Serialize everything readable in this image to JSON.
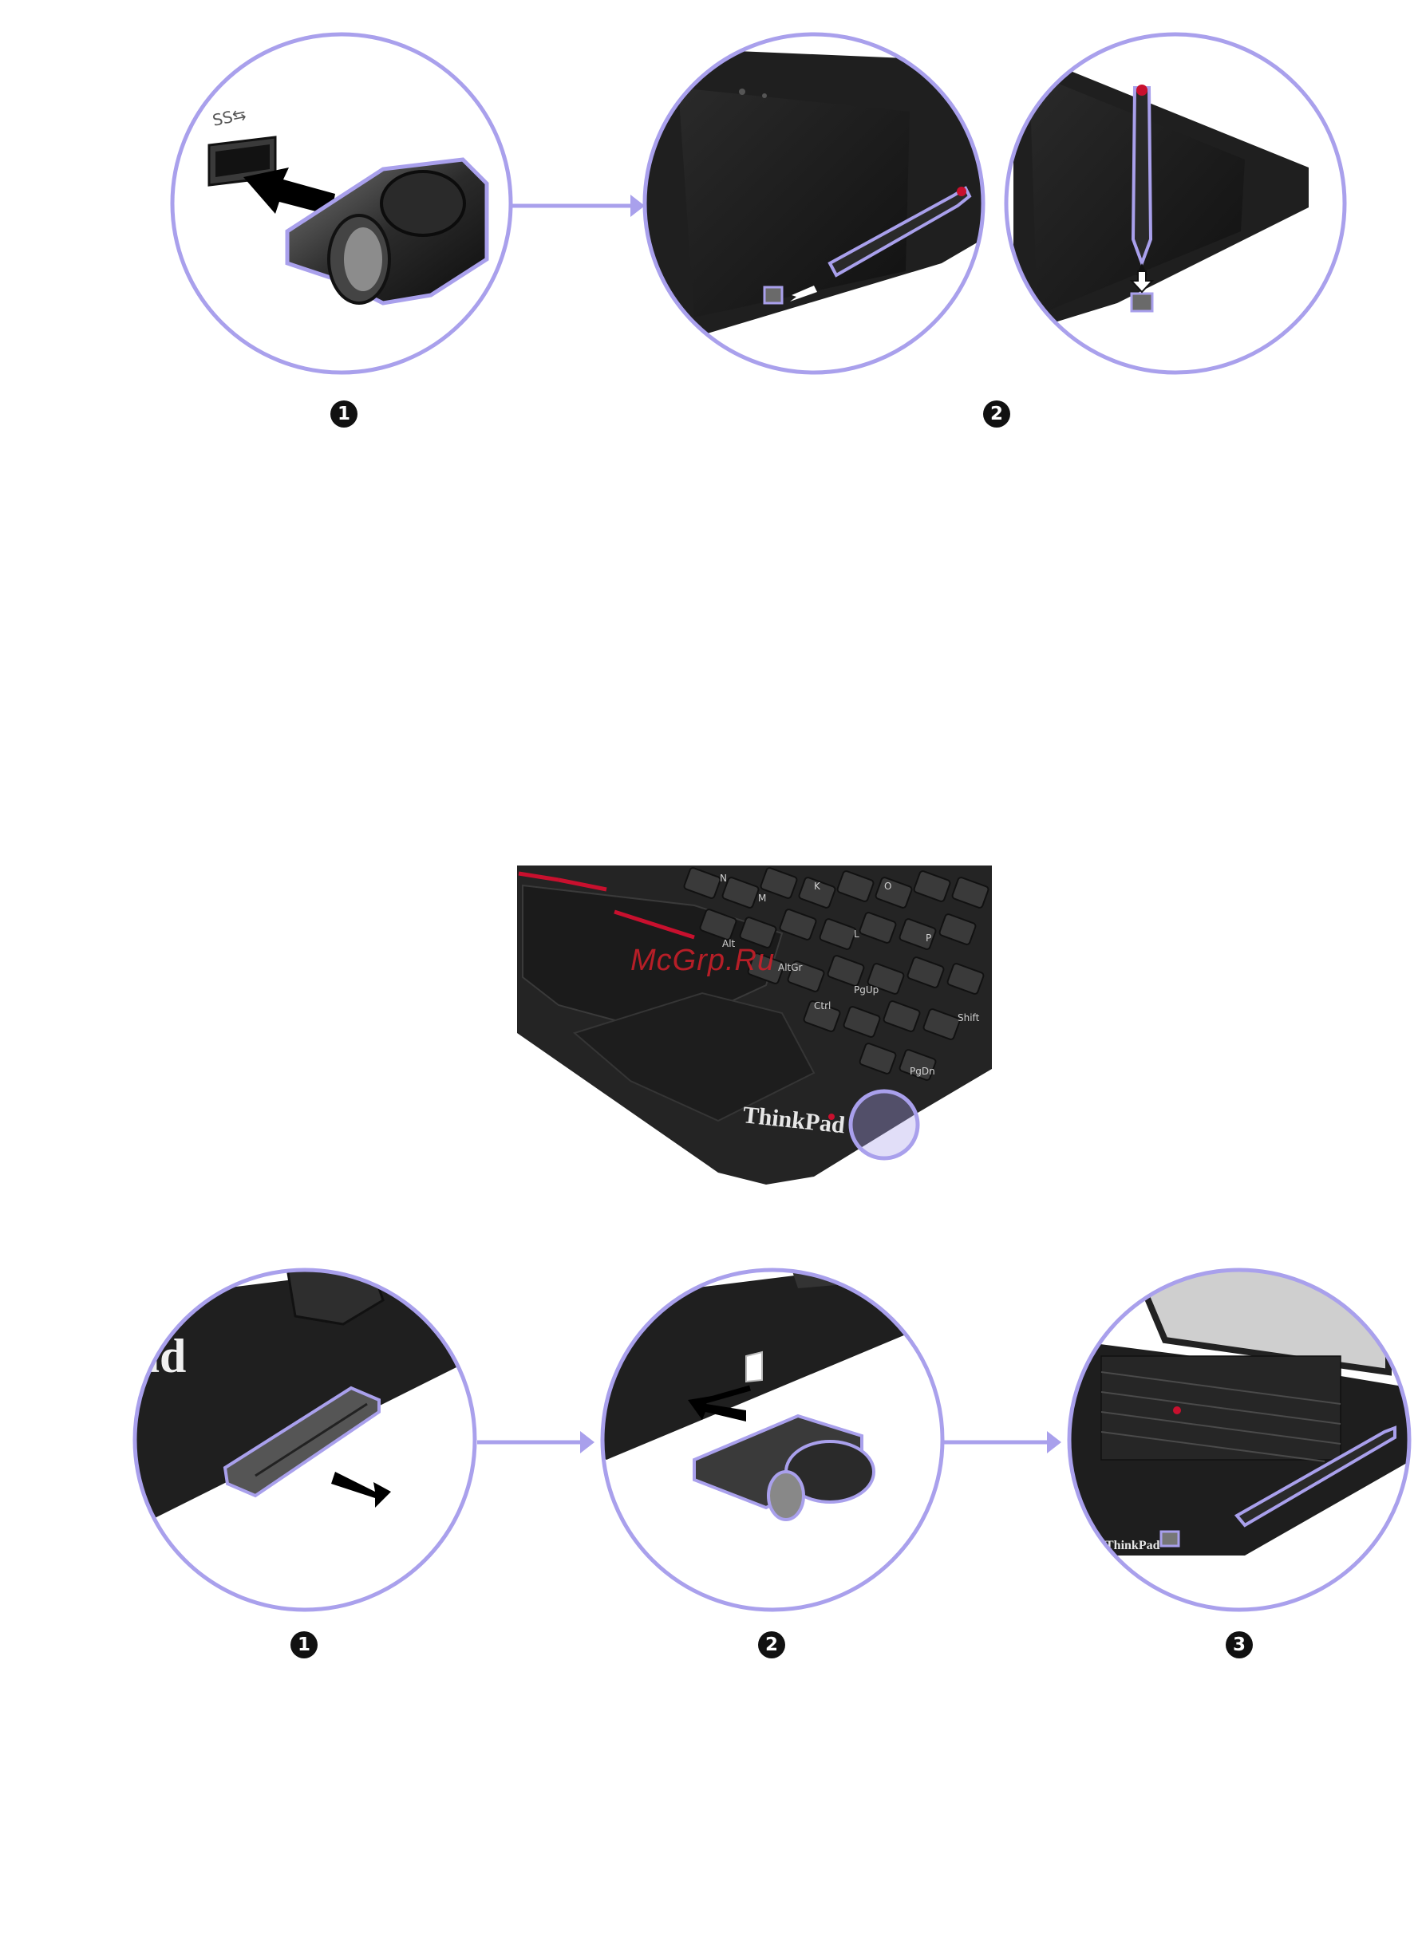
{
  "figure1": {
    "steps": [
      "1",
      "2"
    ],
    "colors": {
      "outline": "#a9a0ec",
      "device": "#1e1e1e",
      "accent": "#c8102e"
    }
  },
  "figure2": {
    "brand_text": "ThinkPad",
    "watermark": "McGrp.Ru",
    "key_labels": [
      "N",
      "M",
      "K",
      "L",
      "O",
      "P",
      "Alt",
      "AltGr",
      "Ctrl",
      "PgUp",
      "PgDn",
      "Shift"
    ]
  },
  "figure3": {
    "steps": [
      "1",
      "2",
      "3"
    ],
    "brand_text_step1": "ad",
    "brand_text_step3": "ThinkPad"
  }
}
